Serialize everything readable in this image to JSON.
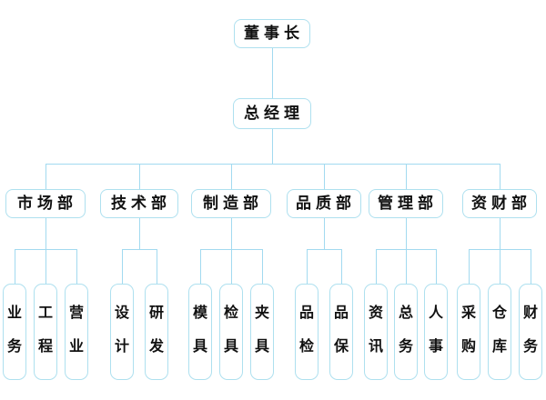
{
  "org": {
    "chairman": "董事长",
    "general_manager": "总经理",
    "departments": [
      {
        "label": "市场部",
        "children": [
          "业务",
          "工程",
          "营业"
        ]
      },
      {
        "label": "技术部",
        "children": [
          "设计",
          "研发"
        ]
      },
      {
        "label": "制造部",
        "children": [
          "模具",
          "检具",
          "夹具"
        ]
      },
      {
        "label": "品质部",
        "children": [
          "品检",
          "品保"
        ]
      },
      {
        "label": "管理部",
        "children": [
          "资讯",
          "总务",
          "人事"
        ]
      },
      {
        "label": "资财部",
        "children": [
          "采购",
          "仓库",
          "财务"
        ]
      }
    ],
    "colors": {
      "box_border": "#aee0ef",
      "connector": "#a2daf0",
      "text": "#111111",
      "background": "#ffffff"
    }
  }
}
